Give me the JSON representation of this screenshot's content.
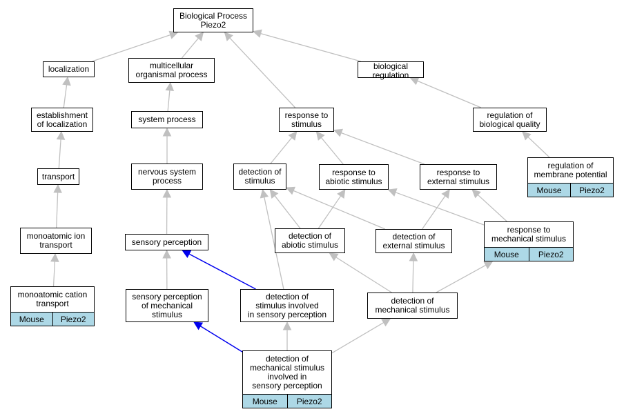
{
  "colors": {
    "edge": "#c0c0c0",
    "highlight": "#0000ee",
    "annotation": "#add8e6",
    "border": "#000000"
  },
  "nodes": [
    {
      "id": "bp",
      "label": "Biological Process\nPiezo2"
    },
    {
      "id": "loc",
      "label": "localization"
    },
    {
      "id": "mop",
      "label": "multicellular\norganismal process"
    },
    {
      "id": "breg",
      "label": "biological regulation"
    },
    {
      "id": "eloc",
      "label": "establishment\nof localization"
    },
    {
      "id": "sysp",
      "label": "system process"
    },
    {
      "id": "rts",
      "label": "response to\nstimulus"
    },
    {
      "id": "rbq",
      "label": "regulation of\nbiological quality"
    },
    {
      "id": "trn",
      "label": "transport"
    },
    {
      "id": "nsp",
      "label": "nervous system\nprocess"
    },
    {
      "id": "dos",
      "label": "detection of\nstimulus"
    },
    {
      "id": "ras",
      "label": "response to\nabiotic stimulus"
    },
    {
      "id": "res",
      "label": "response to\nexternal stimulus"
    },
    {
      "id": "rmp",
      "label": "regulation of\nmembrane potential",
      "annotation": [
        "Mouse",
        "Piezo2"
      ]
    },
    {
      "id": "mit",
      "label": "monoatomic ion\ntransport"
    },
    {
      "id": "sp",
      "label": "sensory perception"
    },
    {
      "id": "das",
      "label": "detection of\nabiotic stimulus"
    },
    {
      "id": "des",
      "label": "detection of\nexternal stimulus"
    },
    {
      "id": "rms",
      "label": "response to\nmechanical stimulus",
      "annotation": [
        "Mouse",
        "Piezo2"
      ]
    },
    {
      "id": "mct",
      "label": "monoatomic cation\ntransport",
      "annotation": [
        "Mouse",
        "Piezo2"
      ]
    },
    {
      "id": "spms",
      "label": "sensory perception\nof mechanical\nstimulus"
    },
    {
      "id": "dsisp",
      "label": "detection of\nstimulus involved\nin sensory perception"
    },
    {
      "id": "dms",
      "label": "detection of\nmechanical stimulus"
    },
    {
      "id": "dmsisp",
      "label": "detection of\nmechanical stimulus\ninvolved in\nsensory perception",
      "annotation": [
        "Mouse",
        "Piezo2"
      ]
    }
  ],
  "edges": [
    {
      "from": "loc",
      "to": "bp"
    },
    {
      "from": "mop",
      "to": "bp"
    },
    {
      "from": "rts",
      "to": "bp"
    },
    {
      "from": "breg",
      "to": "bp"
    },
    {
      "from": "eloc",
      "to": "loc"
    },
    {
      "from": "sysp",
      "to": "mop"
    },
    {
      "from": "rbq",
      "to": "breg"
    },
    {
      "from": "trn",
      "to": "eloc"
    },
    {
      "from": "nsp",
      "to": "sysp"
    },
    {
      "from": "dos",
      "to": "rts"
    },
    {
      "from": "ras",
      "to": "rts"
    },
    {
      "from": "res",
      "to": "rts"
    },
    {
      "from": "rmp",
      "to": "rbq"
    },
    {
      "from": "mit",
      "to": "trn"
    },
    {
      "from": "sp",
      "to": "nsp"
    },
    {
      "from": "das",
      "to": "dos"
    },
    {
      "from": "das",
      "to": "ras"
    },
    {
      "from": "des",
      "to": "dos"
    },
    {
      "from": "des",
      "to": "res"
    },
    {
      "from": "rms",
      "to": "ras"
    },
    {
      "from": "rms",
      "to": "res"
    },
    {
      "from": "mct",
      "to": "mit"
    },
    {
      "from": "spms",
      "to": "sp"
    },
    {
      "from": "dsisp",
      "to": "sp",
      "highlight": true
    },
    {
      "from": "dsisp",
      "to": "dos"
    },
    {
      "from": "dms",
      "to": "das"
    },
    {
      "from": "dms",
      "to": "des"
    },
    {
      "from": "dms",
      "to": "rms"
    },
    {
      "from": "dmsisp",
      "to": "spms",
      "highlight": true
    },
    {
      "from": "dmsisp",
      "to": "dsisp"
    },
    {
      "from": "dmsisp",
      "to": "dms"
    }
  ]
}
